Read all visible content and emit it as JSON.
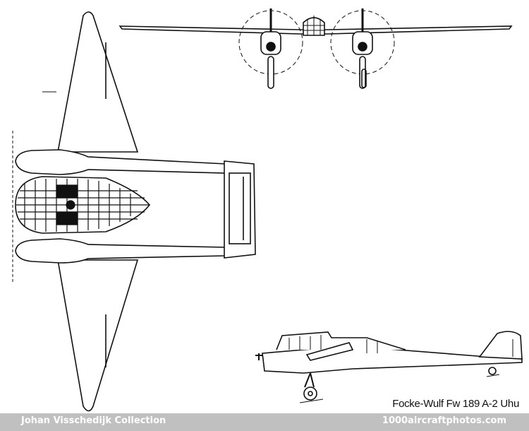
{
  "caption": "Focke-Wulf Fw 189 A-2 Uhu",
  "footer": {
    "collection": "Johan Visschedijk Collection",
    "site": "1000aircraftphotos.com"
  },
  "colors": {
    "line": "#111111",
    "footer_bg": "#c0c0c0",
    "footer_text": "#ffffff"
  }
}
